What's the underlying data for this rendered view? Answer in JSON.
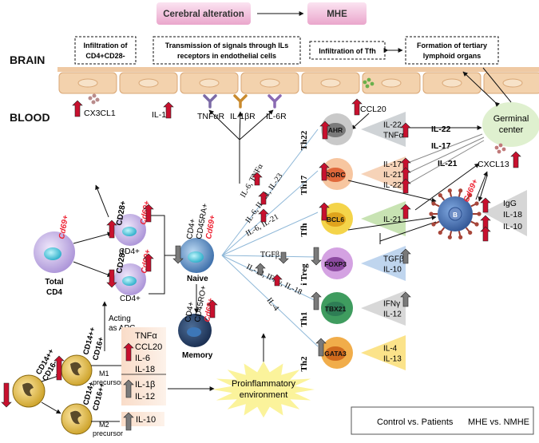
{
  "top": {
    "cerebral": "Cerebral alteration",
    "mhe": "MHE"
  },
  "sections": {
    "brain": "BRAIN",
    "blood": "BLOOD"
  },
  "brain_boxes": {
    "cd4cd28": [
      "Infiltration of",
      "CD4+CD28-"
    ],
    "signals": [
      "Transmission of signals through ILs",
      "receptors in endothelial cells"
    ],
    "tfh": "Infiltration of Tfh",
    "tertiary": [
      "Formation of tertiary",
      "lymphoid organs"
    ]
  },
  "markers": {
    "cx3cl1": "CX3CL1",
    "il15": "IL-15",
    "tnfar": "TNFαR",
    "il1br": "IL-1βR",
    "il6r": "IL-6R",
    "ccl20": "CCL20",
    "germinal": [
      "Germinal",
      "center"
    ],
    "cxcl13": "CXCL13"
  },
  "colors": {
    "red_arrow": "#c8102e",
    "gray_arrow": "#7a7a7a",
    "endothelium": "#f3d2ad",
    "germinal": "#dff0cf"
  },
  "cells": {
    "total_cd4": {
      "label": [
        "Total",
        "CD4"
      ],
      "cd69": "Cd69+"
    },
    "cd28_up": {
      "cd28": "CD28+",
      "cd4": "CD4+",
      "cd69": "Cd69+"
    },
    "cd28_down": {
      "cd28": "CD28+",
      "cd4": "CD4+",
      "cd69": "Cd69+"
    },
    "naive": {
      "label": "Naive",
      "cd": [
        "CD4+",
        "CD45RA+"
      ],
      "cd69": "Cd69+"
    },
    "memory": {
      "label": "Memory",
      "cd": [
        "CD4+",
        "CD45RO+"
      ],
      "cd69": "Cd69+"
    },
    "mono": {
      "cd": [
        "CD14++",
        "CD16-"
      ]
    },
    "m1": {
      "cd": [
        "CD14++",
        "CD16+"
      ],
      "label": [
        "M1",
        "precursor"
      ]
    },
    "m2": {
      "cd": [
        "CD14+",
        "CD16++"
      ],
      "label": [
        "M2",
        "precursor"
      ]
    },
    "b": {
      "label": "B",
      "cd69": "Cd69+"
    }
  },
  "acting_apc": [
    "Acting",
    "as APC"
  ],
  "m1_cytokines": [
    "TNFα",
    "CCL20",
    "IL-6",
    "IL-18",
    "IL-1β",
    "IL-12"
  ],
  "m2_cytokines": [
    "IL-10"
  ],
  "proinflammatory": [
    "Proinflammatory",
    "environment"
  ],
  "polarizing": {
    "th22": "IL-6, TNFα",
    "th17": "IL-6, IL-21, IL-23",
    "tfh": "IL-6, IL-21",
    "itreg": "TGFβ",
    "th1": "IL-12, IFNγ, IL-18",
    "th2": "IL-4"
  },
  "subsets": [
    {
      "name": "Th22",
      "tf": "AHR",
      "cyto": [
        "IL-22",
        "TNFα"
      ]
    },
    {
      "name": "Th17",
      "tf": "RORC",
      "cyto": [
        "IL-17",
        "IL-21",
        "IL-22"
      ]
    },
    {
      "name": "Tfh",
      "tf": "BCL6",
      "cyto": [
        "IL-21"
      ]
    },
    {
      "name": "i Treg",
      "tf": "FOXP3",
      "cyto": [
        "TGFβ",
        "IL-10"
      ]
    },
    {
      "name": "Th1",
      "tf": "TBX21",
      "cyto": [
        "IFNγ",
        "IL-12"
      ]
    },
    {
      "name": "Th2",
      "tf": "GATA3",
      "cyto": [
        "IL-4",
        "IL-13"
      ]
    }
  ],
  "flow_labels": {
    "il22": "IL-22",
    "il17": "IL-17",
    "il21": "IL-21"
  },
  "b_products": [
    "IgG",
    "IL-18",
    "IL-10"
  ],
  "legend": {
    "gray": "Control vs. Patients",
    "red": "MHE vs. NMHE"
  }
}
